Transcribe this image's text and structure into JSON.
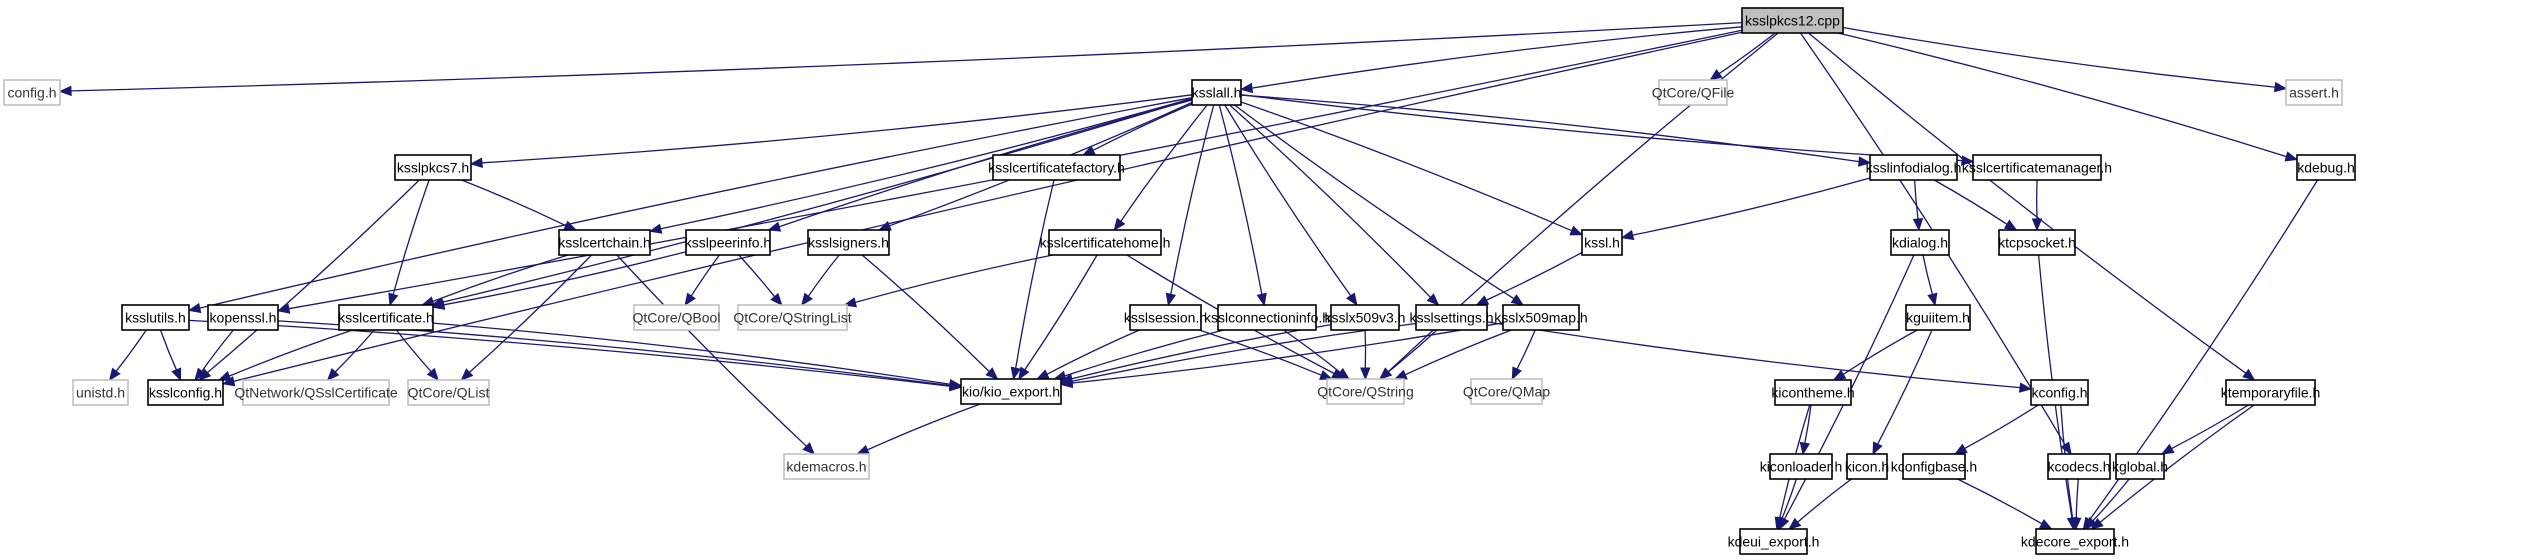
{
  "title": "ksslpkcs12.cpp include dependency graph",
  "colors": {
    "edge": "#191970",
    "root_fill": "#bfbfbf",
    "ext_border": "#bfbfbf",
    "node_border": "#000000"
  },
  "nodes": [
    {
      "id": "root",
      "label": "ksslpkcs12.cpp",
      "kind": "root"
    },
    {
      "id": "config",
      "label": "config.h",
      "kind": "ext"
    },
    {
      "id": "ksslall",
      "label": "ksslall.h",
      "kind": "doc"
    },
    {
      "id": "qfile",
      "label": "QtCore/QFile",
      "kind": "ext"
    },
    {
      "id": "assert",
      "label": "assert.h",
      "kind": "ext"
    },
    {
      "id": "ksslpkcs7",
      "label": "ksslpkcs7.h",
      "kind": "doc"
    },
    {
      "id": "kcertfactory",
      "label": "ksslcertificatefactory.h",
      "kind": "doc"
    },
    {
      "id": "kinfodialog",
      "label": "ksslinfodialog.h",
      "kind": "doc"
    },
    {
      "id": "kcertmanager",
      "label": "ksslcertificatemanager.h",
      "kind": "doc"
    },
    {
      "id": "kdebug",
      "label": "kdebug.h",
      "kind": "doc"
    },
    {
      "id": "kcertchain",
      "label": "ksslcertchain.h",
      "kind": "doc"
    },
    {
      "id": "kpeerinfo",
      "label": "ksslpeerinfo.h",
      "kind": "doc"
    },
    {
      "id": "ksigners",
      "label": "ksslsigners.h",
      "kind": "doc"
    },
    {
      "id": "kcerthome",
      "label": "ksslcertificatehome.h",
      "kind": "doc"
    },
    {
      "id": "kssl",
      "label": "kssl.h",
      "kind": "doc"
    },
    {
      "id": "kdialog",
      "label": "kdialog.h",
      "kind": "doc"
    },
    {
      "id": "ktcpsocket",
      "label": "ktcpsocket.h",
      "kind": "doc"
    },
    {
      "id": "kutils",
      "label": "ksslutils.h",
      "kind": "doc"
    },
    {
      "id": "kopenssl",
      "label": "kopenssl.h",
      "kind": "doc"
    },
    {
      "id": "kcertificate",
      "label": "ksslcertificate.h",
      "kind": "doc"
    },
    {
      "id": "qbool",
      "label": "QtCore/QBool",
      "kind": "ext"
    },
    {
      "id": "qstringlist",
      "label": "QtCore/QStringList",
      "kind": "ext"
    },
    {
      "id": "ksession",
      "label": "ksslsession.h",
      "kind": "doc"
    },
    {
      "id": "kconninfo",
      "label": "ksslconnectioninfo.h",
      "kind": "doc"
    },
    {
      "id": "kx509v3",
      "label": "ksslx509v3.h",
      "kind": "doc"
    },
    {
      "id": "ksettings",
      "label": "ksslsettings.h",
      "kind": "doc"
    },
    {
      "id": "kx509map",
      "label": "ksslx509map.h",
      "kind": "doc"
    },
    {
      "id": "kguiitem",
      "label": "kguiitem.h",
      "kind": "doc"
    },
    {
      "id": "unistd",
      "label": "unistd.h",
      "kind": "ext"
    },
    {
      "id": "ksslconfig",
      "label": "ksslconfig.h",
      "kind": "doc"
    },
    {
      "id": "qsslcert",
      "label": "QtNetwork/QSslCertificate",
      "kind": "ext"
    },
    {
      "id": "qlist",
      "label": "QtCore/QList",
      "kind": "ext"
    },
    {
      "id": "kioexport",
      "label": "kio/kio_export.h",
      "kind": "doc"
    },
    {
      "id": "qstring",
      "label": "QtCore/QString",
      "kind": "ext"
    },
    {
      "id": "qmap",
      "label": "QtCore/QMap",
      "kind": "ext"
    },
    {
      "id": "kicontheme",
      "label": "kicontheme.h",
      "kind": "doc"
    },
    {
      "id": "kconfig",
      "label": "kconfig.h",
      "kind": "doc"
    },
    {
      "id": "ktempfile",
      "label": "ktemporaryfile.h",
      "kind": "doc"
    },
    {
      "id": "kdemacros",
      "label": "kdemacros.h",
      "kind": "ext"
    },
    {
      "id": "kiconloader",
      "label": "kiconloader.h",
      "kind": "doc"
    },
    {
      "id": "kicon",
      "label": "kicon.h",
      "kind": "doc"
    },
    {
      "id": "kconfigbase",
      "label": "kconfigbase.h",
      "kind": "doc"
    },
    {
      "id": "kcodecs",
      "label": "kcodecs.h",
      "kind": "doc"
    },
    {
      "id": "kglobal",
      "label": "kglobal.h",
      "kind": "doc"
    },
    {
      "id": "kdeuiexport",
      "label": "kdeui_export.h",
      "kind": "doc"
    },
    {
      "id": "kdecoreexport",
      "label": "kdecore_export.h",
      "kind": "doc"
    }
  ],
  "edges": [
    [
      "root",
      "config"
    ],
    [
      "root",
      "ksslall"
    ],
    [
      "root",
      "qfile"
    ],
    [
      "root",
      "assert"
    ],
    [
      "root",
      "kdebug"
    ],
    [
      "root",
      "ksslconfig"
    ],
    [
      "root",
      "kopenssl"
    ],
    [
      "root",
      "qstring"
    ],
    [
      "root",
      "kcodecs"
    ],
    [
      "root",
      "ktempfile"
    ],
    [
      "ksslall",
      "ksslpkcs7"
    ],
    [
      "ksslall",
      "kcertfactory"
    ],
    [
      "ksslall",
      "kinfodialog"
    ],
    [
      "ksslall",
      "kcertmanager"
    ],
    [
      "ksslall",
      "kcertchain"
    ],
    [
      "ksslall",
      "kpeerinfo"
    ],
    [
      "ksslall",
      "ksigners"
    ],
    [
      "ksslall",
      "kcerthome"
    ],
    [
      "ksslall",
      "kssl"
    ],
    [
      "ksslall",
      "kutils"
    ],
    [
      "ksslall",
      "kcertificate"
    ],
    [
      "ksslall",
      "ksession"
    ],
    [
      "ksslall",
      "kconninfo"
    ],
    [
      "ksslall",
      "kx509v3"
    ],
    [
      "ksslall",
      "ksettings"
    ],
    [
      "ksslall",
      "kx509map"
    ],
    [
      "ksslpkcs7",
      "kcertchain"
    ],
    [
      "ksslpkcs7",
      "kcertificate"
    ],
    [
      "ksslpkcs7",
      "ksslconfig"
    ],
    [
      "kcertfactory",
      "kioexport"
    ],
    [
      "kinfodialog",
      "kssl"
    ],
    [
      "kinfodialog",
      "kdialog"
    ],
    [
      "kinfodialog",
      "ktcpsocket"
    ],
    [
      "kcertmanager",
      "ktcpsocket"
    ],
    [
      "kdebug",
      "kdecoreexport"
    ],
    [
      "kcertchain",
      "kcertificate"
    ],
    [
      "kcertchain",
      "qlist"
    ],
    [
      "kcertchain",
      "kdemacros"
    ],
    [
      "kpeerinfo",
      "kcertificate"
    ],
    [
      "kpeerinfo",
      "qbool"
    ],
    [
      "kpeerinfo",
      "qstringlist"
    ],
    [
      "ksigners",
      "qstringlist"
    ],
    [
      "ksigners",
      "kioexport"
    ],
    [
      "kcerthome",
      "qstringlist"
    ],
    [
      "kcerthome",
      "kioexport"
    ],
    [
      "kcerthome",
      "qstring"
    ],
    [
      "kssl",
      "ksettings"
    ],
    [
      "kdialog",
      "kguiitem"
    ],
    [
      "kdialog",
      "kdeuiexport"
    ],
    [
      "ktcpsocket",
      "kdecoreexport"
    ],
    [
      "kutils",
      "unistd"
    ],
    [
      "kutils",
      "ksslconfig"
    ],
    [
      "kutils",
      "kioexport"
    ],
    [
      "kopenssl",
      "ksslconfig"
    ],
    [
      "kopenssl",
      "kioexport"
    ],
    [
      "kcertificate",
      "ksslconfig"
    ],
    [
      "kcertificate",
      "qsslcert"
    ],
    [
      "kcertificate",
      "qlist"
    ],
    [
      "kcertificate",
      "kioexport"
    ],
    [
      "ksession",
      "kioexport"
    ],
    [
      "ksession",
      "qstring"
    ],
    [
      "kconninfo",
      "kioexport"
    ],
    [
      "kconninfo",
      "qstring"
    ],
    [
      "kx509v3",
      "kioexport"
    ],
    [
      "kx509v3",
      "qstring"
    ],
    [
      "ksettings",
      "kioexport"
    ],
    [
      "ksettings",
      "qstring"
    ],
    [
      "ksettings",
      "kconfig"
    ],
    [
      "kx509map",
      "kioexport"
    ],
    [
      "kx509map",
      "qstring"
    ],
    [
      "kx509map",
      "qmap"
    ],
    [
      "kguiitem",
      "kicontheme"
    ],
    [
      "kguiitem",
      "kicon"
    ],
    [
      "kioexport",
      "kdemacros"
    ],
    [
      "kicontheme",
      "kiconloader"
    ],
    [
      "kicontheme",
      "kdeuiexport"
    ],
    [
      "kconfig",
      "kconfigbase"
    ],
    [
      "kconfig",
      "kdecoreexport"
    ],
    [
      "ktempfile",
      "kglobal"
    ],
    [
      "ktempfile",
      "kdecoreexport"
    ],
    [
      "kiconloader",
      "kdeuiexport"
    ],
    [
      "kicon",
      "kdeuiexport"
    ],
    [
      "kconfigbase",
      "kdecoreexport"
    ],
    [
      "kcodecs",
      "kdecoreexport"
    ],
    [
      "kglobal",
      "kdecoreexport"
    ]
  ]
}
